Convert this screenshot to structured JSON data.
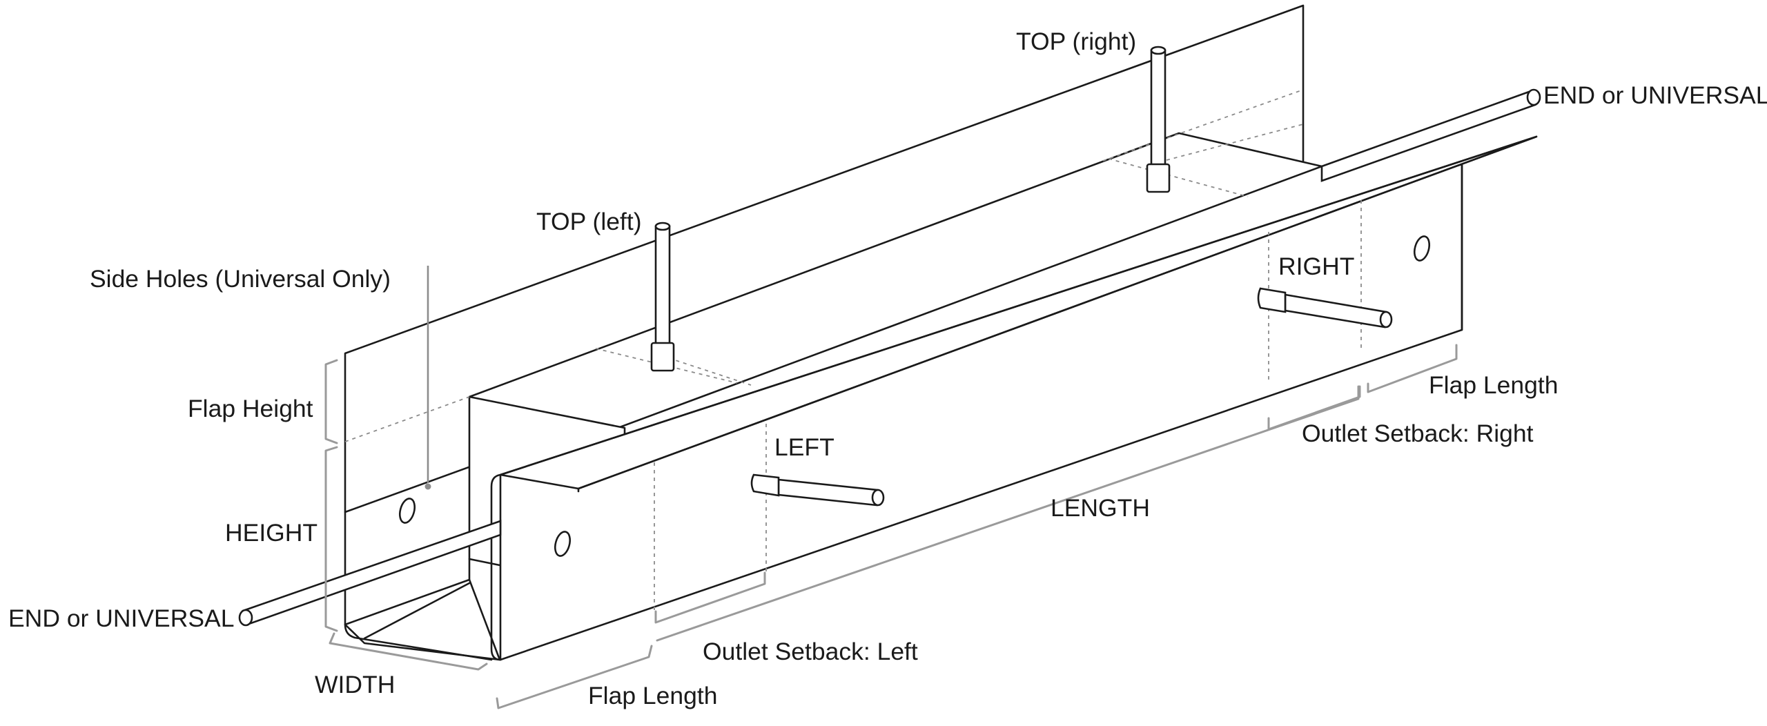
{
  "labels": {
    "top_right": "TOP (right)",
    "end_universal_right": "END or UNIVERSAL",
    "top_left": "TOP (left)",
    "side_holes": "Side Holes (Universal Only)",
    "right": "RIGHT",
    "flap_length_right": "Flap Length",
    "flap_height": "Flap Height",
    "outlet_setback_right": "Outlet Setback: Right",
    "left": "LEFT",
    "length": "LENGTH",
    "height": "HEIGHT",
    "end_universal_left": "END or UNIVERSAL",
    "outlet_setback_left": "Outlet Setback: Left",
    "width": "WIDTH",
    "flap_length_left": "Flap Length"
  },
  "colors": {
    "line": "#1a1a1a",
    "hidden_line": "#8a8a8a",
    "dimension": "#9a9a9a",
    "background": "#ffffff"
  }
}
